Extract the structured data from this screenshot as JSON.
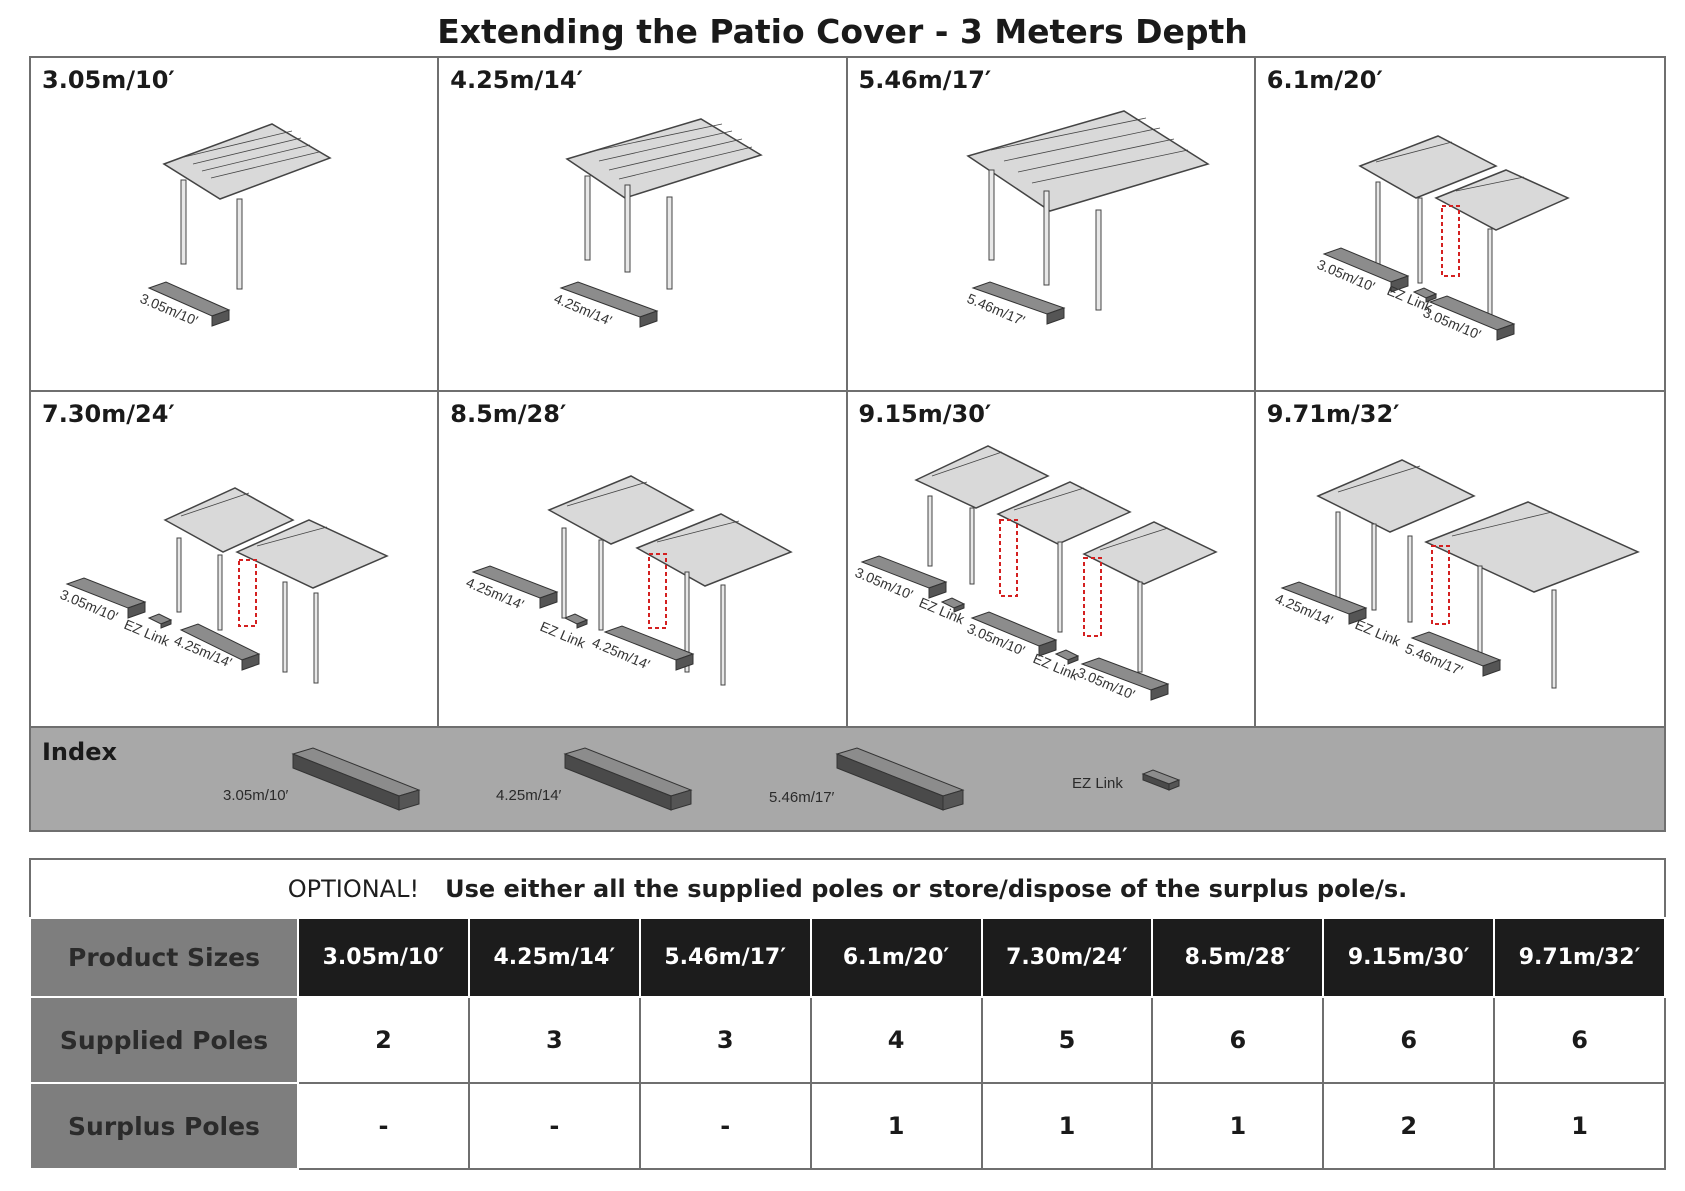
{
  "title": "Extending the Patio Cover - 3 Meters Depth",
  "configs": [
    {
      "title": "3.05m/10′",
      "labels": [
        "3.05m/10′"
      ]
    },
    {
      "title": "4.25m/14′",
      "labels": [
        "4.25m/14′"
      ]
    },
    {
      "title": "5.46m/17′",
      "labels": [
        "5.46m/17′"
      ]
    },
    {
      "title": "6.1m/20′",
      "labels": [
        "3.05m/10′",
        "EZ Link",
        "3.05m/10′"
      ]
    },
    {
      "title": "7.30m/24′",
      "labels": [
        "3.05m/10′",
        "EZ Link",
        "4.25m/14′"
      ]
    },
    {
      "title": "8.5m/28′",
      "labels": [
        "4.25m/14′",
        "EZ Link",
        "4.25m/14′"
      ]
    },
    {
      "title": "9.15m/30′",
      "labels": [
        "3.05m/10′",
        "EZ Link",
        "3.05m/10′",
        "EZ Link",
        "3.05m/10′"
      ]
    },
    {
      "title": "9.71m/32′",
      "labels": [
        "4.25m/14′",
        "EZ Link",
        "5.46m/17′"
      ]
    }
  ],
  "index": {
    "title": "Index",
    "items": [
      "3.05m/10′",
      "4.25m/14′",
      "5.46m/17′",
      "EZ Link"
    ]
  },
  "optional": {
    "label": "OPTIONAL!",
    "text": "Use either all the supplied poles or store/dispose of the surplus pole/s."
  },
  "table": {
    "rows": [
      {
        "header": "Product Sizes",
        "cells": [
          "3.05m/10′",
          "4.25m/14′",
          "5.46m/17′",
          "6.1m/20′",
          "7.30m/24′",
          "8.5m/28′",
          "9.15m/30′",
          "9.71m/32′"
        ]
      },
      {
        "header": "Supplied Poles",
        "cells": [
          "2",
          "3",
          "3",
          "4",
          "5",
          "6",
          "6",
          "6"
        ]
      },
      {
        "header": "Surplus Poles",
        "cells": [
          "-",
          "-",
          "-",
          "1",
          "1",
          "1",
          "2",
          "1"
        ]
      }
    ]
  },
  "colors": {
    "roof": "#d9d9d9",
    "roof_line": "#444444",
    "box_top": "#8c8c8c",
    "box_side": "#555555",
    "highlight": "#d42020",
    "index_bg": "#a8a8a8",
    "table_header_dark": "#1c1c1c",
    "table_row_head": "#7e7e7e"
  }
}
